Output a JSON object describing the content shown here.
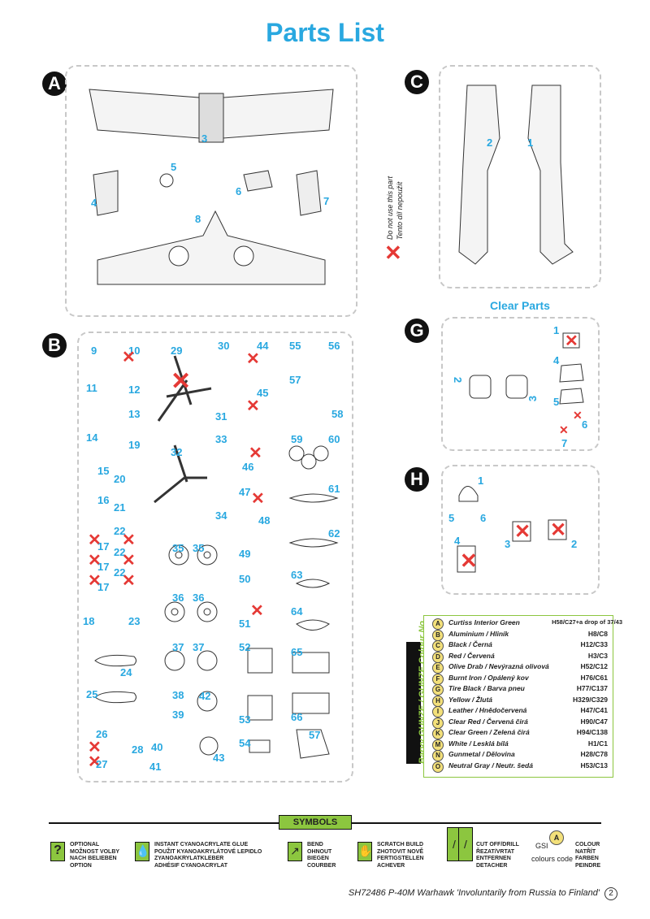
{
  "title": "Parts List",
  "clear_parts_title": "Clear Parts",
  "do_not_use": [
    "Do not use this part",
    "Tento díl nepoužít"
  ],
  "sprues": [
    "A",
    "B",
    "C",
    "G",
    "H"
  ],
  "sprue_A_parts": [
    "3",
    "5",
    "4",
    "6",
    "7",
    "8"
  ],
  "sprue_B_parts": [
    "9",
    "10",
    "11",
    "12",
    "13",
    "14",
    "15",
    "16",
    "17",
    "17",
    "17",
    "17",
    "18",
    "19",
    "20",
    "21",
    "22",
    "22",
    "22",
    "22",
    "23",
    "24",
    "25",
    "26",
    "27",
    "28",
    "29",
    "30",
    "31",
    "32",
    "33",
    "34",
    "35",
    "35",
    "36",
    "36",
    "37",
    "37",
    "38",
    "39",
    "40",
    "41",
    "42",
    "43",
    "44",
    "45",
    "46",
    "47",
    "48",
    "49",
    "50",
    "51",
    "52",
    "53",
    "54",
    "55",
    "56",
    "57",
    "57",
    "58",
    "59",
    "60",
    "61",
    "62",
    "63",
    "64",
    "65",
    "66"
  ],
  "sprue_C_parts": [
    "2",
    "1"
  ],
  "sprue_G_parts": [
    "1",
    "2",
    "3",
    "4",
    "5",
    "6",
    "7"
  ],
  "sprue_H_parts": [
    "1",
    "5",
    "6",
    "4",
    "3",
    "2"
  ],
  "colour_header": "Barvy GUNZE / GUNZE Colour No.",
  "colours": [
    {
      "letter": "A",
      "name": "Curtiss Interior Green",
      "code": "H58/C27+a drop of 37/43",
      "swatch": "#8a8a3a"
    },
    {
      "letter": "B",
      "name": "Aluminium / Hliník",
      "code": "H8/C8",
      "swatch": "#c0c0c0"
    },
    {
      "letter": "C",
      "name": "Black / Černá",
      "code": "H12/C33",
      "swatch": "#111111"
    },
    {
      "letter": "D",
      "name": "Red / Červená",
      "code": "H3/C3",
      "swatch": "#d32f2f"
    },
    {
      "letter": "E",
      "name": "Olive Drab / Nevýrazná olivová",
      "code": "H52/C12",
      "swatch": "#5b5a2c"
    },
    {
      "letter": "F",
      "name": "Burnt Iron / Opálený kov",
      "code": "H76/C61",
      "swatch": "#5d4a3a"
    },
    {
      "letter": "G",
      "name": "Tire Black / Barva pneu",
      "code": "H77/C137",
      "swatch": "#2b2b2b"
    },
    {
      "letter": "H",
      "name": "Yellow / Žlutá",
      "code": "H329/C329",
      "swatch": "#f2c200"
    },
    {
      "letter": "I",
      "name": "Leather / Hnědočervená",
      "code": "H47/C41",
      "swatch": "#8b3a1e"
    },
    {
      "letter": "J",
      "name": "Clear Red / Červená čirá",
      "code": "H90/C47",
      "swatch": "#e04040"
    },
    {
      "letter": "K",
      "name": "Clear Green / Zelená čirá",
      "code": "H94/C138",
      "swatch": "#40a040"
    },
    {
      "letter": "M",
      "name": "White / Lesklá bílá",
      "code": "H1/C1",
      "swatch": "#ffffff"
    },
    {
      "letter": "N",
      "name": "Gunmetal / Dělovina",
      "code": "H28/C78",
      "swatch": "#4a4f55"
    },
    {
      "letter": "O",
      "name": "Neutral Gray / Neutr. šedá",
      "code": "H53/C13",
      "swatch": "#8a8f94"
    }
  ],
  "symbols_title": "SYMBOLS",
  "symbols": [
    {
      "icon": "question-icon",
      "text": "OPTIONAL\nMOŽNOST VOLBY\nNACH BELIEBEN\nOPTION"
    },
    {
      "icon": "glue-drop-icon",
      "text": "INSTANT CYANOACRYLATE GLUE\nPOUŽIT KYANOAKRYLÁTOVÉ LEPIDLO\nZYANOAKRYLATKLEBER\nADHÉSIF CYANOACRYLAT"
    },
    {
      "icon": "bend-icon",
      "text": "BEND\nOHNOUT\nBIEGEN\nCOURBER"
    },
    {
      "icon": "scratch-build-icon",
      "text": "SCRATCH BUILD\nZHOTOVIT NOVĚ\nFERTIGSTELLEN\nACHEVER"
    },
    {
      "icon": "cut-off-icon",
      "text": "CUT OFF/DRILL\nŘEZAT/VRTAT\nENTFERNEN\nDETACHER"
    },
    {
      "icon": "colour-icon",
      "text": "COLOUR\nNATŘÍT\nFARBEN\nPEINDRE"
    }
  ],
  "gsi_label": "GSI",
  "colours_code_label": "colours code",
  "colour_icon_letter": "A",
  "footer": "SH72486  P-40M Warhawk  'Involuntarily from Russia to Finland'",
  "page_number": "2"
}
